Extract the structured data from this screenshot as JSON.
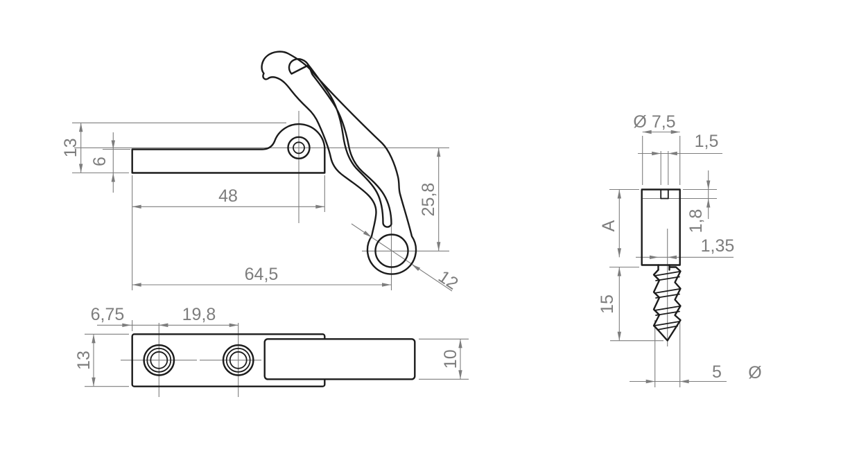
{
  "drawing": {
    "kind": "technical drawing",
    "part": "hook latch with slotted lever, base plate and eccentric wood-screw pin",
    "background": "#ffffff",
    "colors": {
      "object_line": "#1b1b1b",
      "dimension": "#7d7d7d"
    },
    "dims": {
      "side": {
        "height_total": "13",
        "plate_thickness": "6",
        "plate_length": "48",
        "drop_height": "25,8",
        "overall_length": "64,5",
        "ring_diameter": "12"
      },
      "plan": {
        "hole_edge_offset": "6,75",
        "hole_spacing": "19,8",
        "plate_width": "13",
        "lever_width": "10"
      },
      "pin": {
        "head_diameter": "Ø 7,5",
        "slot_width": "1,5",
        "slot_depth": "1,8",
        "eccentricity": "1,35",
        "head_length": "A",
        "thread_length": "15",
        "thread_diameter": "5",
        "diameter_symbol": "Ø"
      }
    }
  }
}
